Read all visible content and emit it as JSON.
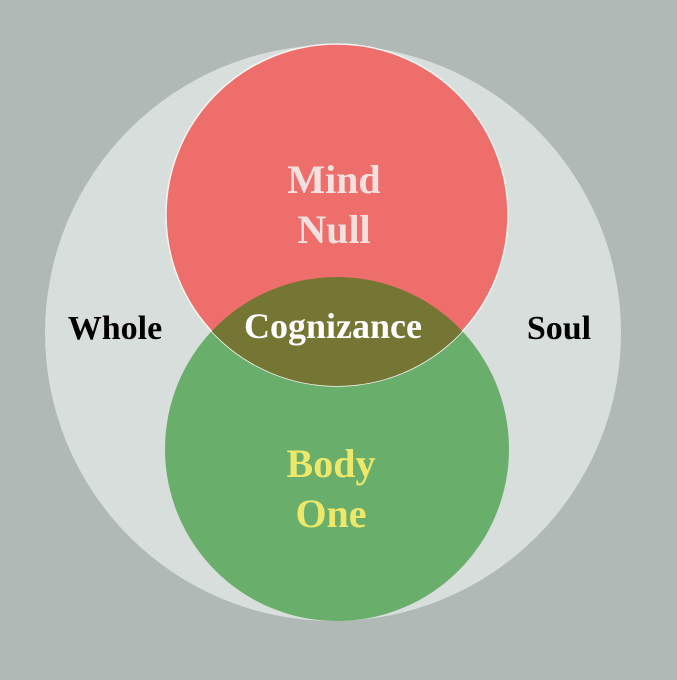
{
  "diagram": {
    "background_color": "#b0b9b5",
    "outer": {
      "color": "#d8dedc",
      "left_label": "Whole",
      "right_label": "Soul",
      "label_color": "#000000"
    },
    "top_circle": {
      "color": "#ee6e6b",
      "line1": "Mind",
      "line2": "Null",
      "label_color": "#f2e1de"
    },
    "bottom_circle": {
      "color": "#69ae6b",
      "line1": "Body",
      "line2": "One",
      "label_color": "#ede86a"
    },
    "overlap": {
      "color": "#757634",
      "label": "Cognizance",
      "label_color": "#ffffff"
    }
  }
}
